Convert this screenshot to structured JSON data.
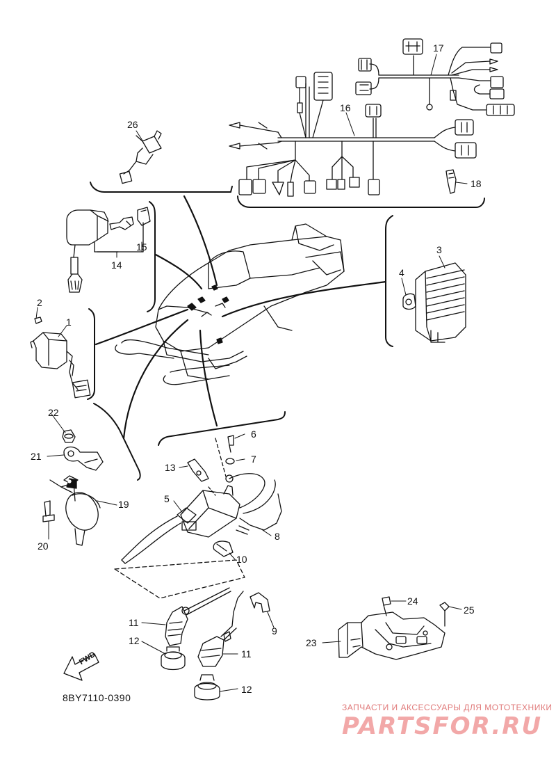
{
  "diagram": {
    "part_numbers": [
      "1",
      "2",
      "3",
      "4",
      "5",
      "6",
      "7",
      "8",
      "9",
      "10",
      "11",
      "11",
      "12",
      "12",
      "13",
      "14",
      "15",
      "16",
      "17",
      "18",
      "19",
      "20",
      "21",
      "22",
      "23",
      "24",
      "25",
      "26"
    ],
    "drawing_code": "8BY7110-0390",
    "fwd_label": "FWD"
  },
  "watermark": {
    "tagline": "ЗАПЧАСТИ И АКСЕССУАРЫ ДЛЯ МОТОТЕХНИКИ",
    "logo_text": "PARTSFOR.RU"
  }
}
